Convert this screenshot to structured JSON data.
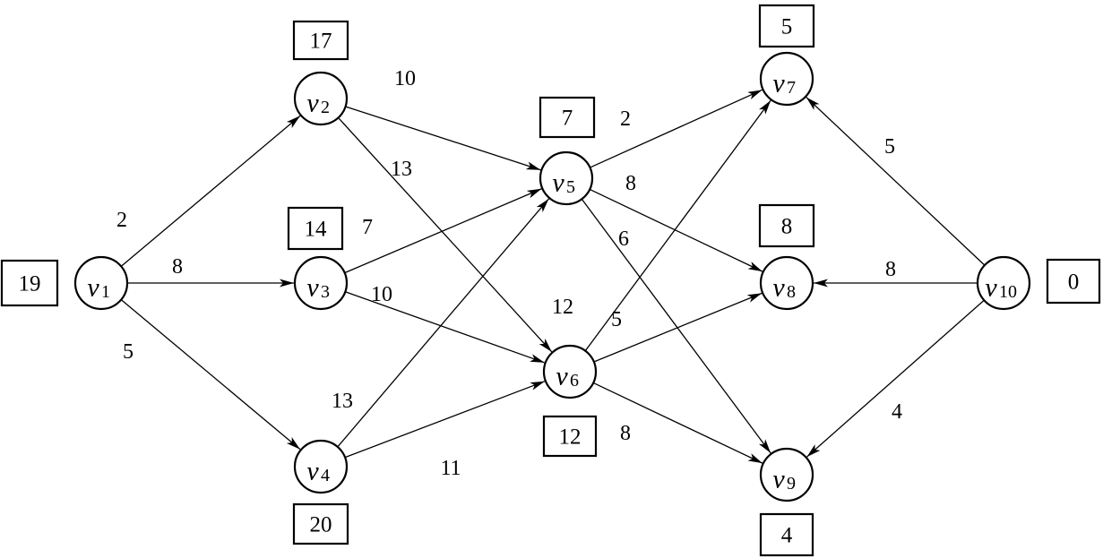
{
  "nodes": [
    {
      "id": "v1",
      "letter": "v",
      "sub": "1",
      "value": "19"
    },
    {
      "id": "v2",
      "letter": "v",
      "sub": "2",
      "value": "17"
    },
    {
      "id": "v3",
      "letter": "v",
      "sub": "3",
      "value": "14"
    },
    {
      "id": "v4",
      "letter": "v",
      "sub": "4",
      "value": "20"
    },
    {
      "id": "v5",
      "letter": "v",
      "sub": "5",
      "value": "7"
    },
    {
      "id": "v6",
      "letter": "v",
      "sub": "6",
      "value": "12"
    },
    {
      "id": "v7",
      "letter": "v",
      "sub": "7",
      "value": "5"
    },
    {
      "id": "v8",
      "letter": "v",
      "sub": "8",
      "value": "8"
    },
    {
      "id": "v9",
      "letter": "v",
      "sub": "9",
      "value": "4"
    },
    {
      "id": "v10",
      "letter": "v",
      "sub": "10",
      "value": "0"
    }
  ],
  "edges": [
    {
      "from": "v1",
      "to": "v2",
      "weight": "2"
    },
    {
      "from": "v1",
      "to": "v3",
      "weight": "8"
    },
    {
      "from": "v1",
      "to": "v4",
      "weight": "5"
    },
    {
      "from": "v2",
      "to": "v5",
      "weight": "10"
    },
    {
      "from": "v2",
      "to": "v6",
      "weight": "13"
    },
    {
      "from": "v3",
      "to": "v5",
      "weight": "7"
    },
    {
      "from": "v3",
      "to": "v6",
      "weight": "10"
    },
    {
      "from": "v4",
      "to": "v5",
      "weight": "13"
    },
    {
      "from": "v4",
      "to": "v6",
      "weight": "11"
    },
    {
      "from": "v5",
      "to": "v7",
      "weight": "2"
    },
    {
      "from": "v5",
      "to": "v8",
      "weight": "8"
    },
    {
      "from": "v5",
      "to": "v9",
      "weight": "6"
    },
    {
      "from": "v6",
      "to": "v7",
      "weight": "12"
    },
    {
      "from": "v6",
      "to": "v8",
      "weight": "5"
    },
    {
      "from": "v6",
      "to": "v9",
      "weight": "8"
    },
    {
      "from": "v10",
      "to": "v7",
      "weight": "5"
    },
    {
      "from": "v10",
      "to": "v8",
      "weight": "8"
    },
    {
      "from": "v10",
      "to": "v9",
      "weight": "4"
    }
  ]
}
